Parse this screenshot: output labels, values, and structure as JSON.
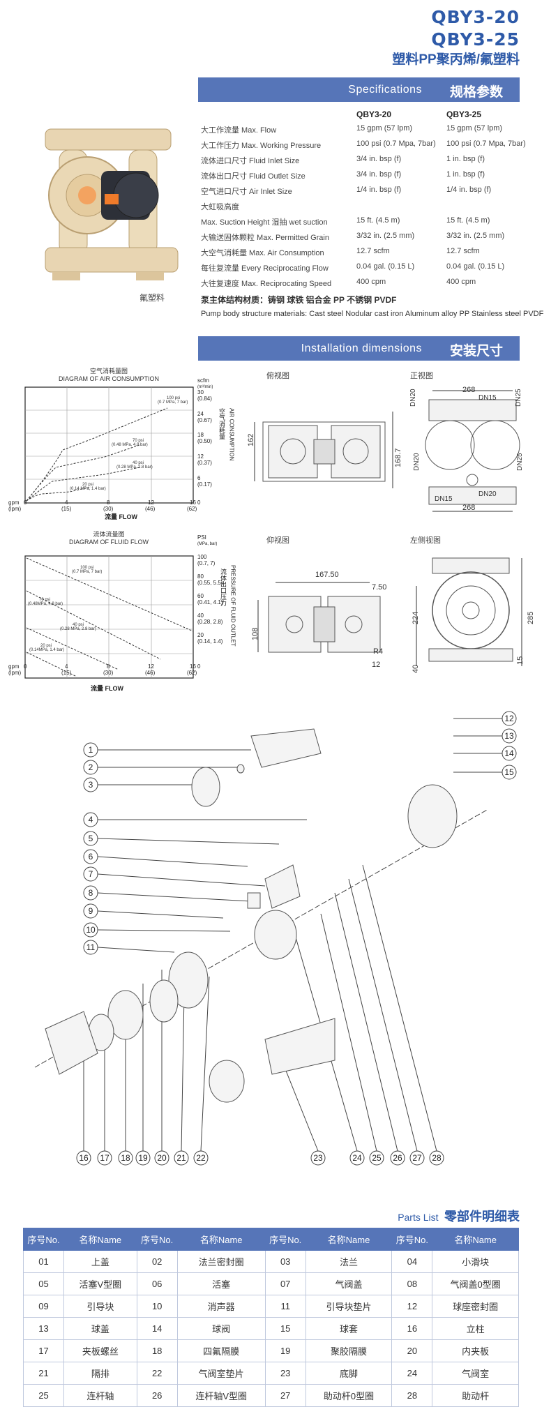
{
  "header": {
    "model_1": "QBY3-20",
    "model_2": "QBY3-25",
    "subtitle": "塑料PP聚丙烯/氟塑料"
  },
  "spec_banner": {
    "en": "Specifications",
    "cn": "规格参数"
  },
  "product_caption": "氟塑料",
  "specs": {
    "col1": "QBY3-20",
    "col2": "QBY3-25",
    "rows": [
      {
        "label": "大工作流量  Max. Flow",
        "v1": "15 gpm (57 lpm)",
        "v2": "15 gpm (57 lpm)"
      },
      {
        "label": "大工作压力  Max. Working Pressure",
        "v1": "100 psi (0.7 Mpa, 7bar)",
        "v2": "100 psi (0.7 Mpa, 7bar)"
      },
      {
        "label": "流体进口尺寸  Fluid Inlet Size",
        "v1": "3/4 in. bsp (f)",
        "v2": "1 in. bsp (f)"
      },
      {
        "label": "流体出口尺寸  Fluid Outlet Size",
        "v1": "3/4 in. bsp (f)",
        "v2": "1 in. bsp (f)"
      },
      {
        "label": "空气进口尺寸  Air Inlet Size",
        "v1": "1/4 in. bsp (f)",
        "v2": "1/4 in. bsp (f)"
      },
      {
        "label": "大虹吸高度",
        "v1": "",
        "v2": ""
      },
      {
        "label": "Max. Suction Height      湿抽  wet suction",
        "v1": "15 ft. (4.5 m)",
        "v2": "15 ft. (4.5 m)"
      },
      {
        "label": "大输送固体颗粒  Max. Permitted Grain",
        "v1": "3/32 in. (2.5 mm)",
        "v2": "3/32 in. (2.5 mm)"
      },
      {
        "label": "大空气消耗量  Max. Air Consumption",
        "v1": "12.7 scfm",
        "v2": "12.7 scfm"
      },
      {
        "label": "每往复流量  Every Reciprocating Flow",
        "v1": "0.04 gal. (0.15 L)",
        "v2": "0.04 gal. (0.15 L)"
      },
      {
        "label": "大往复速度  Max. Reciprocating Speed",
        "v1": "400 cpm",
        "v2": "400 cpm"
      }
    ],
    "material_cn": "泵主体结构材质：铸钢   球铁   铝合金    PP    不锈钢    PVDF",
    "material_en": "Pump body structure materials: Cast steel  Nodular cast iron  Aluminum alloy  PP  Stainless steel  PVDF"
  },
  "install_banner": {
    "en": "Installation dimensions",
    "cn": "安装尺寸"
  },
  "air_chart": {
    "title_cn": "空气消耗量图",
    "title_en": "DIAGRAM OF AIR CONSUMPTION",
    "y_unit": "scfm\n(m³/min)",
    "y_label_cn": "空气消耗量",
    "y_label_en": "AIR CONSUMPTION",
    "x_label": "流量 FLOW",
    "x_unit": "gpm\n(lpm)",
    "x_ticks": [
      "0",
      "4\n(15)",
      "8\n(30)",
      "12\n(46)",
      "16\n(62)"
    ],
    "y_ticks": [
      "0",
      "6\n(0.17)",
      "12\n(0.37)",
      "18\n(0.50)",
      "24\n(0.67)",
      "30\n(0.84)"
    ],
    "series": [
      "100 psi\n(0.7 MPa, 7 bar)",
      "70 psi\n(0.48 MPa, 4.8 bar)",
      "40 psi\n(0.28 MPa, 2.8 bar)",
      "20 psi\n(0.14 MPa, 1.4 bar)"
    ]
  },
  "fluid_chart": {
    "title_cn": "流体流量图",
    "title_en": "DIAGRAM OF FLUID FLOW",
    "y_unit": "PSI\n(MPa, bar)",
    "y_label_cn": "流体出口压力",
    "y_label_en": "PRESSURE OF FLUID OUTLET",
    "x_label": "流量 FLOW",
    "x_unit": "gpm\n(lpm)",
    "x_ticks": [
      "0",
      "4\n(15)",
      "8\n(30)",
      "12\n(46)",
      "16\n(62)"
    ],
    "y_ticks": [
      "0",
      "20\n(0.14, 1.4)",
      "40\n(0.28, 2.8)",
      "60\n(0.41, 4.1)",
      "80\n(0.55, 5.5)",
      "100\n(0.7, 7)"
    ],
    "series": [
      "100 psi\n(0.7 MPa, 7 bar)",
      "70 psi\n(0.48MPa, 4.8 bar)",
      "40 psi\n(0.28 MPa, 2.8 bar)",
      "20 psi\n(0.14MPa, 1.4 bar)"
    ]
  },
  "views": {
    "top": "俯视图",
    "front": "正视图",
    "bottom": "仰视图",
    "left": "左侧视图"
  },
  "dims": {
    "top_w": "162",
    "top_h": "168.7",
    "front_w": "268",
    "front_w2": "268",
    "dn15_top": "DN15",
    "dn20_tl": "DN20",
    "dn25_tr": "DN25",
    "dn20_ml": "DN20",
    "dn25_mr": "DN25",
    "dn15_bot": "DN15",
    "dn20_bot": "DN20",
    "bottom_w": "167.50",
    "bottom_w2": "7.50",
    "bottom_h": "108",
    "bottom_r": "R4",
    "bottom_12": "12",
    "left_224": "224",
    "left_285": "285",
    "left_40": "40",
    "left_15": "15"
  },
  "callouts": [
    "1",
    "2",
    "3",
    "4",
    "5",
    "6",
    "7",
    "8",
    "9",
    "10",
    "11",
    "12",
    "13",
    "14",
    "15",
    "16",
    "17",
    "18",
    "19",
    "20",
    "21",
    "22",
    "23",
    "24",
    "25",
    "26",
    "27",
    "28"
  ],
  "parts_title": {
    "en": "Parts List",
    "cn": "零部件明细表"
  },
  "parts_header": {
    "no": "序号No.",
    "name": "名称Name"
  },
  "parts": [
    [
      {
        "no": "01",
        "name": "上盖"
      },
      {
        "no": "02",
        "name": "法兰密封圈"
      },
      {
        "no": "03",
        "name": "法兰"
      },
      {
        "no": "04",
        "name": "小滑块"
      }
    ],
    [
      {
        "no": "05",
        "name": "活塞V型圈"
      },
      {
        "no": "06",
        "name": "活塞"
      },
      {
        "no": "07",
        "name": "气阀盖"
      },
      {
        "no": "08",
        "name": "气阀盖0型圈"
      }
    ],
    [
      {
        "no": "09",
        "name": "引导块"
      },
      {
        "no": "10",
        "name": "消声器"
      },
      {
        "no": "11",
        "name": "引导块垫片"
      },
      {
        "no": "12",
        "name": "球座密封圈"
      }
    ],
    [
      {
        "no": "13",
        "name": "球盖"
      },
      {
        "no": "14",
        "name": "球阀"
      },
      {
        "no": "15",
        "name": "球套"
      },
      {
        "no": "16",
        "name": "立柱"
      }
    ],
    [
      {
        "no": "17",
        "name": "夹板螺丝"
      },
      {
        "no": "18",
        "name": "四氟隔膜"
      },
      {
        "no": "19",
        "name": "聚胶隔膜"
      },
      {
        "no": "20",
        "name": "内夹板"
      }
    ],
    [
      {
        "no": "21",
        "name": "隔排"
      },
      {
        "no": "22",
        "name": "气阀室垫片"
      },
      {
        "no": "23",
        "name": "底脚"
      },
      {
        "no": "24",
        "name": "气阀室"
      }
    ],
    [
      {
        "no": "25",
        "name": "连杆轴"
      },
      {
        "no": "26",
        "name": "连杆轴V型圈"
      },
      {
        "no": "27",
        "name": "助动杆0型圈"
      },
      {
        "no": "28",
        "name": "助动杆"
      }
    ]
  ]
}
